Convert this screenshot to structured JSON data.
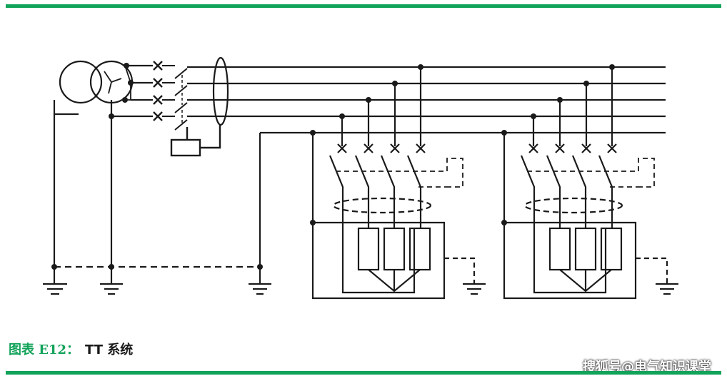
{
  "caption": {
    "prefix": "图表 E12：",
    "name": "TT 系统"
  },
  "watermark": "搜狐号@电气知识课堂",
  "colors": {
    "bar": "#12a35a",
    "caption_prefix": "#12a35a",
    "line": "#1a1a1a"
  }
}
